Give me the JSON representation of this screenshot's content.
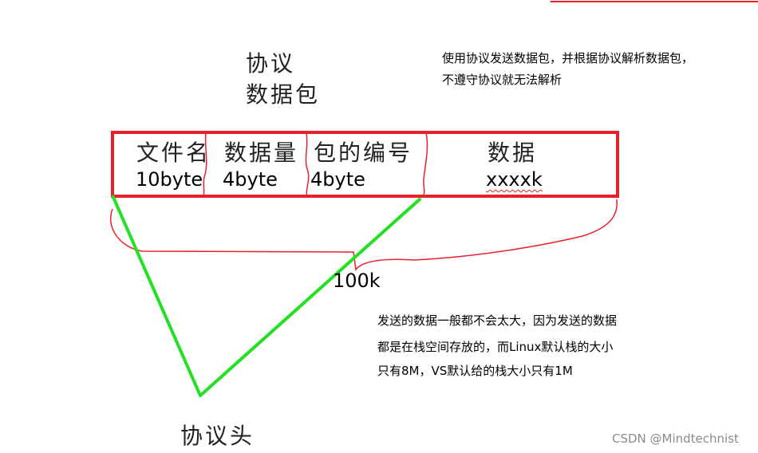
{
  "title": {
    "line1": "协议",
    "line2": "数据包"
  },
  "top_note": {
    "line1": "使用协议发送数据包，并根据协议解析数据包，",
    "line2": "不遵守协议就无法解析"
  },
  "packet": {
    "fields": [
      {
        "name": "文件名",
        "size": "10byte"
      },
      {
        "name": "数据量",
        "size": "4byte"
      },
      {
        "name": "包的编号",
        "size": "4byte"
      },
      {
        "name": "数据",
        "size": "xxxxk"
      }
    ]
  },
  "brace_label": "100k",
  "bottom_note": {
    "line1": "发送的数据一般都不会太大，因为发送的数据",
    "line2": "都是在栈空间存放的，而Linux默认栈的大小",
    "line3": "只有8M，VS默认给的栈大小只有1M"
  },
  "header_label": "协议头",
  "watermark": "CSDN @Mindtechnist",
  "colors": {
    "box": "#e8202a",
    "triangle": "#22e022",
    "brace": "#e8202a"
  }
}
